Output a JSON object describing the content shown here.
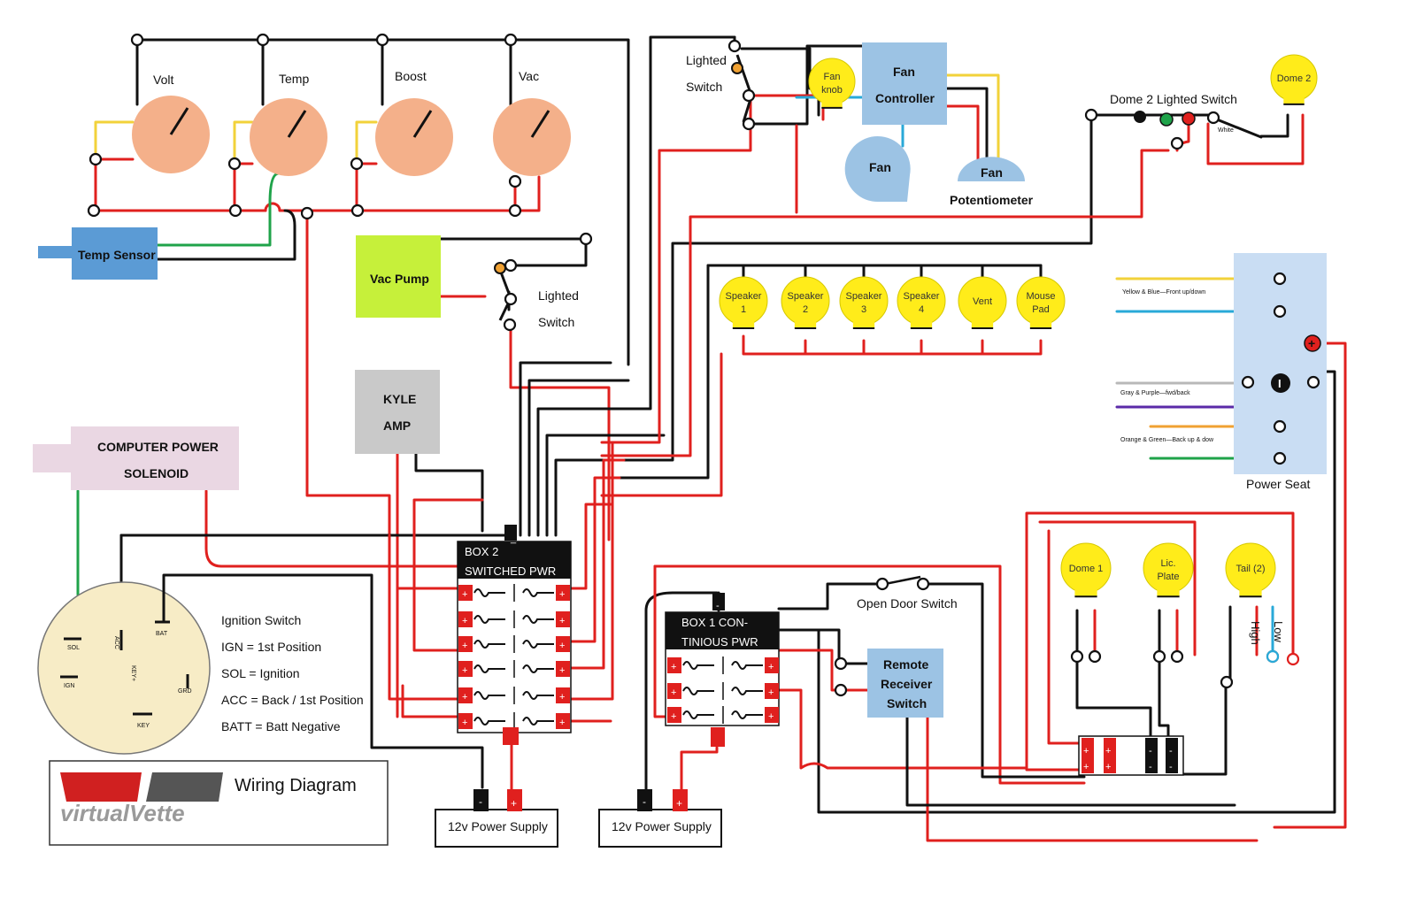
{
  "colors": {
    "gauge": "#f4b08a",
    "bulb": "#ffec1a",
    "fan_box": "#9cc3e4",
    "temp_sensor": "#5b9bd5",
    "vac_pump": "#c6f03a",
    "amp": "#c9c9c9",
    "solenoid": "#ead7e3",
    "ignition": "#f7ecc6",
    "power_seat": "#c9ddf3",
    "fuse_red": "#e0201e",
    "wire_red": "#e0201e",
    "wire_black": "#111111"
  },
  "gauges": [
    {
      "label": "Volt"
    },
    {
      "label": "Temp"
    },
    {
      "label": "Boost"
    },
    {
      "label": "Vac"
    }
  ],
  "temp_sensor": {
    "label": "Temp Sensor"
  },
  "vac_pump": {
    "label": "Vac Pump"
  },
  "vac_switch": {
    "line1": "Lighted",
    "line2": "Switch"
  },
  "amp": {
    "line1": "KYLE",
    "line2": "AMP"
  },
  "solenoid": {
    "line1": "COMPUTER POWER",
    "line2": "SOLENOID"
  },
  "fan_switch": {
    "line1": "Lighted",
    "line2": "Switch"
  },
  "fan_knob": {
    "line1": "Fan",
    "line2": "knob"
  },
  "fan_controller": {
    "line1": "Fan",
    "line2": "Controller"
  },
  "fan": {
    "label": "Fan"
  },
  "potentiometer": {
    "label": "Fan",
    "caption": "Potentiometer"
  },
  "dome2_switch": {
    "label": "Dome 2 Lighted Switch",
    "wire_label": "White"
  },
  "dome2_bulb": {
    "label": "Dome 2"
  },
  "bulbs_row": [
    {
      "line1": "Speaker",
      "line2": "1"
    },
    {
      "line1": "Speaker",
      "line2": "2"
    },
    {
      "line1": "Speaker",
      "line2": "3"
    },
    {
      "line1": "Speaker",
      "line2": "4"
    },
    {
      "line1": "Vent",
      "line2": ""
    },
    {
      "line1": "Mouse",
      "line2": "Pad"
    }
  ],
  "power_seat": {
    "label": "Power Seat",
    "wire1": "Yellow & Blue—Front up/down",
    "wire2": "Gray & Purple—fwd/back",
    "wire3": "Orange & Green—Back up & dow",
    "plus": "+",
    "minus": "I"
  },
  "box2": {
    "line1": "BOX 2",
    "line2": "SWITCHED PWR",
    "top_mark": "_",
    "fuse_mark": "+"
  },
  "box1": {
    "line1": "BOX 1 CON-",
    "line2": "TINIOUS PWR",
    "top_mark": "-",
    "fuse_mark": "+"
  },
  "ignition": {
    "terminals": {
      "sol": "SOL",
      "acc": "ACC",
      "bat": "BAT",
      "ign": "IGN",
      "grd": "GRD",
      "key": "KEY",
      "keyplus": "KEY+"
    },
    "legend": [
      "Ignition Switch",
      "IGN = 1st Position",
      "SOL = Ignition",
      "ACC = Back / 1st Position",
      "BATT = Batt Negative"
    ]
  },
  "door_switch": {
    "label": "Open Door Switch"
  },
  "remote": {
    "line1": "Remote",
    "line2": "Receiver",
    "line3": "Switch"
  },
  "rear_bulbs": [
    {
      "line1": "Dome 1",
      "line2": ""
    },
    {
      "line1": "Lic.",
      "line2": "Plate"
    },
    {
      "line1": "Tail (2)",
      "line2": ""
    }
  ],
  "tail_wires": {
    "high": "High",
    "low": "Low"
  },
  "rear_block": {
    "plus": "+",
    "minus": "-"
  },
  "supplies": [
    {
      "label": "12v Power Supply",
      "neg": "-",
      "pos": "+"
    },
    {
      "label": "12v Power Supply",
      "neg": "-",
      "pos": "+"
    }
  ],
  "logo": {
    "text": "virtualVette"
  },
  "diagram_title": "Wiring Diagram"
}
